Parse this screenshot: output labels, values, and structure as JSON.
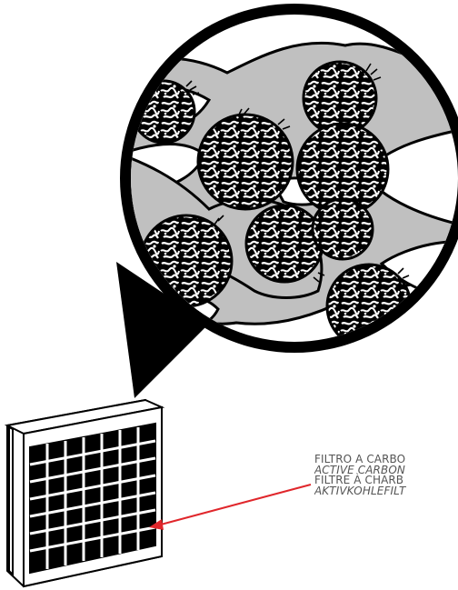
{
  "labels": {
    "it": "FILTRO A CARBO",
    "en": "ACTIVE CARBON",
    "fr": "FILTRE À CHARB",
    "de": "AKTIVKOHLEFILT"
  },
  "colors": {
    "ink": "#000000",
    "pore": "#c0c0c0",
    "arrow": "#e0262b",
    "text": "#555555"
  },
  "icons": [
    "carbon-filter-icon",
    "magnifier-callout-icon",
    "carbon-granule-icon",
    "arrow-icon"
  ]
}
